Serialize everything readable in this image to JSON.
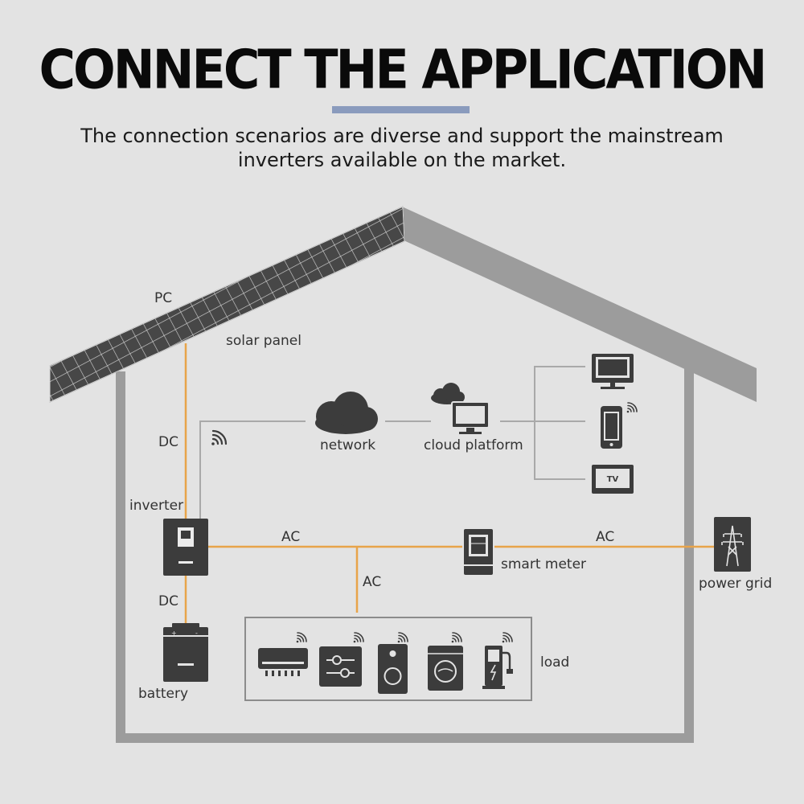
{
  "header": {
    "title": "CONNECT THE APPLICATION",
    "subtitle_line1": "The connection scenarios are diverse and support the mainstream",
    "subtitle_line2": "inverters available on the market."
  },
  "labels": {
    "pc": "PC",
    "solar_panel": "solar panel",
    "dc_top": "DC",
    "dc_bottom": "DC",
    "inverter": "inverter",
    "network": "network",
    "cloud_platform": "cloud platform",
    "ac_left": "AC",
    "ac_middle": "AC",
    "ac_right": "AC",
    "smart_meter": "smart meter",
    "power_grid": "power grid",
    "battery": "battery",
    "load": "load",
    "tv": "TV"
  },
  "colors": {
    "accent_bar": "#8a9bbd",
    "ac_dc_line": "#e8a44a",
    "data_line": "#a9a9a9",
    "house_wall": "#9c9c9c",
    "device": "#3c3c3c",
    "text": "#333333"
  },
  "icons": [
    "solar-panel-icon",
    "wifi-icon",
    "cloud-icon",
    "cloud-monitor-icon",
    "desktop-monitor-icon",
    "phone-icon",
    "tv-icon",
    "inverter-icon",
    "battery-icon",
    "smart-meter-icon",
    "power-tower-icon",
    "air-conditioner-icon",
    "audio-mixer-icon",
    "speaker-icon",
    "washing-machine-icon",
    "ev-charger-icon"
  ]
}
